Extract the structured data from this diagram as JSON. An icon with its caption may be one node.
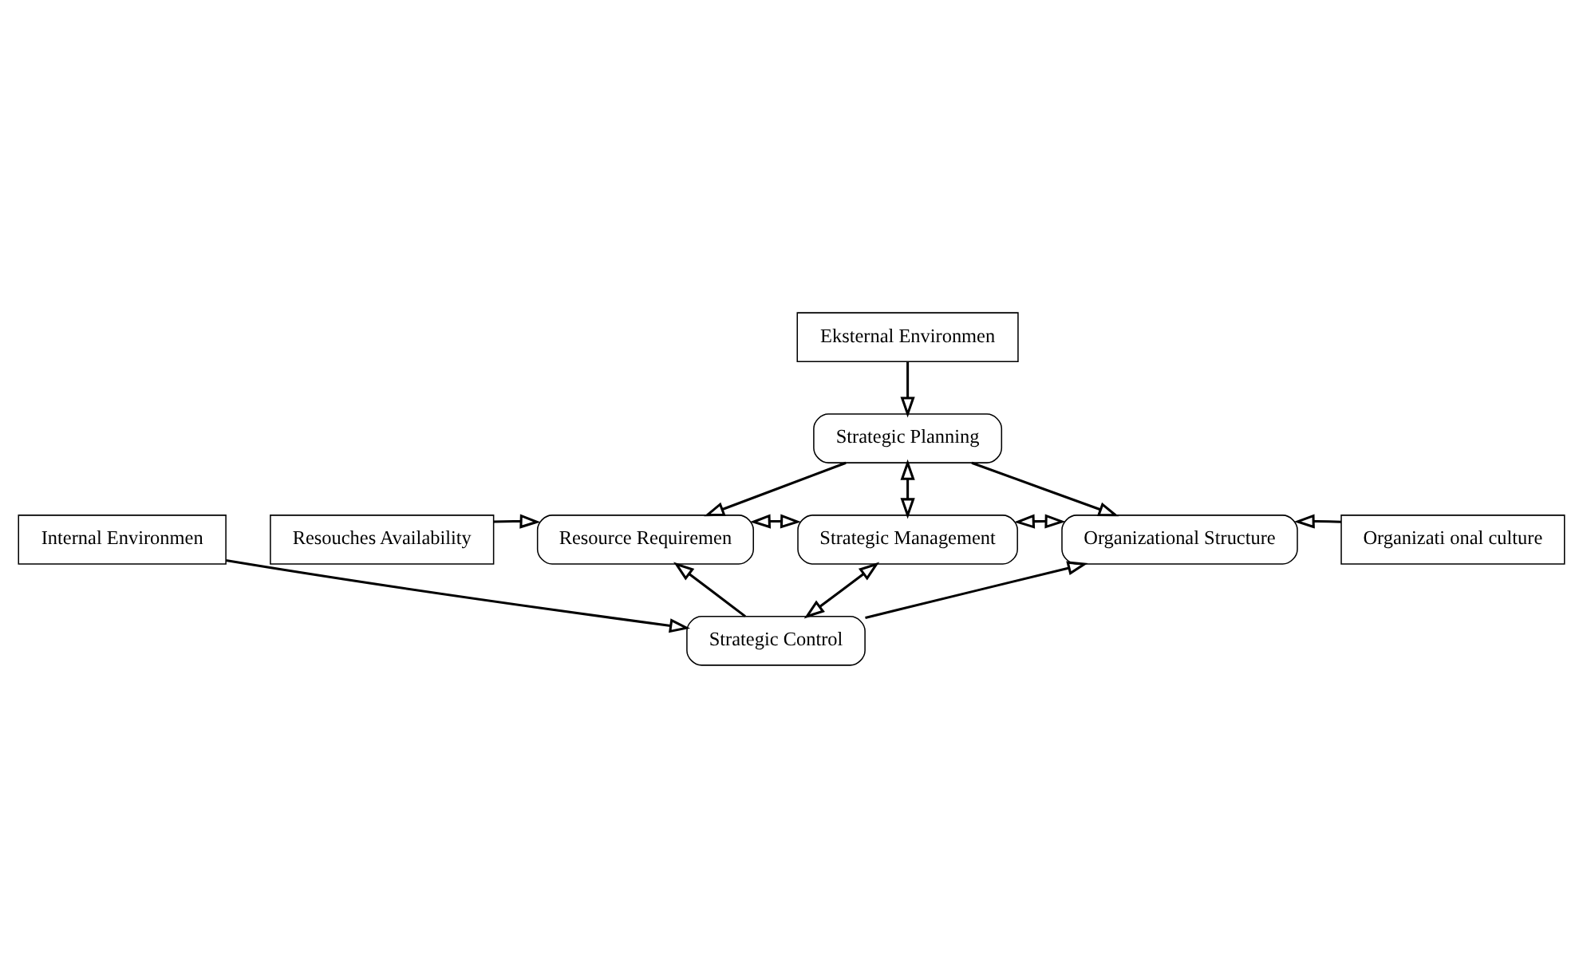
{
  "diagram": {
    "nodes": [
      {
        "text": [
          "Eksternal Environmen"
        ]
      },
      {
        "text": [
          "Strategic Planning"
        ]
      },
      {
        "text": [
          "Resouches Availability"
        ]
      },
      {
        "text": [
          "Resource Requiremen"
        ]
      },
      {
        "text": [
          "Strategic Management"
        ]
      },
      {
        "text": [
          "Organizational Structure"
        ]
      },
      {
        "text": [
          "Organizati onal culture"
        ]
      },
      {
        "text": [
          "Strategic Control"
        ]
      },
      {
        "text": [
          "Internal Environmen"
        ]
      }
    ],
    "edges": [
      {
        "from": 0,
        "to": 1,
        "arrow": "to"
      },
      {
        "from": 1,
        "to": 3,
        "arrow": "to"
      },
      {
        "from": 1,
        "to": 4,
        "arrow": "both"
      },
      {
        "from": 1,
        "to": 5,
        "arrow": "to"
      },
      {
        "from": 2,
        "to": 3,
        "arrow": "to"
      },
      {
        "from": 6,
        "to": 5,
        "arrow": "to"
      },
      {
        "from": 3,
        "to": 4,
        "arrow": "both"
      },
      {
        "from": 4,
        "to": 5,
        "arrow": "both"
      },
      {
        "from": 4,
        "to": 7,
        "arrow": "both"
      },
      {
        "from": 7,
        "to": 3,
        "arrow": "to"
      },
      {
        "from": 7,
        "to": 5,
        "arrow": "to"
      },
      {
        "from": 8,
        "to": 7,
        "arrow": "to"
      }
    ]
  }
}
